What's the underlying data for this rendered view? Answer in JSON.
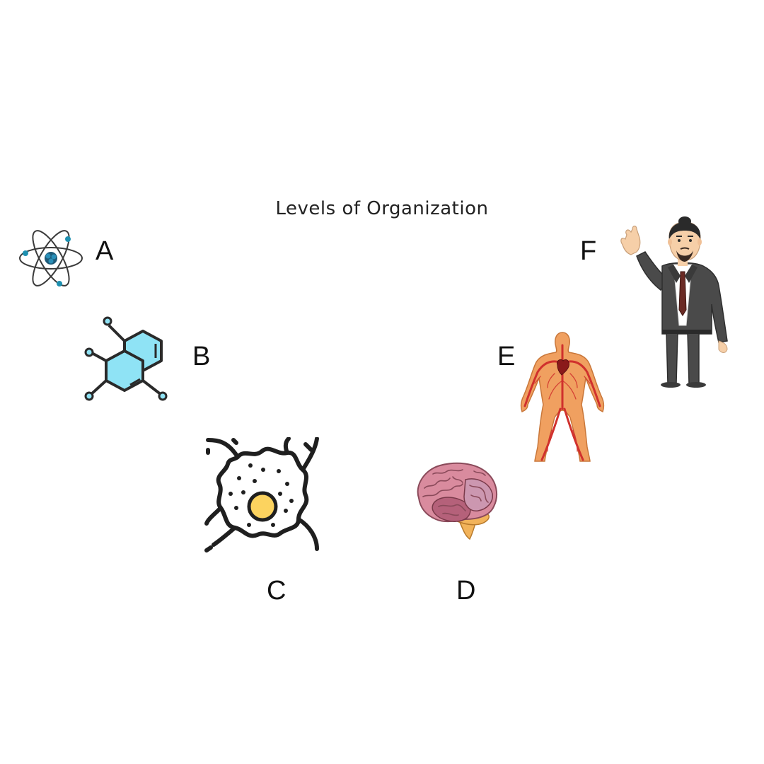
{
  "title": "Levels of Organization",
  "items": [
    {
      "label": "A",
      "icon": "atom-icon"
    },
    {
      "label": "B",
      "icon": "molecule-icon"
    },
    {
      "label": "C",
      "icon": "cell-icon"
    },
    {
      "label": "D",
      "icon": "brain-organ-icon"
    },
    {
      "label": "E",
      "icon": "circulatory-system-icon"
    },
    {
      "label": "F",
      "icon": "human-organism-icon"
    }
  ],
  "colors": {
    "atom_orbit": "#3a3a3a",
    "atom_electron": "#1e90b0",
    "molecule_fill": "#8fe3f5",
    "cell_nucleus": "#fcd35f",
    "brain_pink": "#d98b9e",
    "brain_stem": "#f2b35a",
    "body_orange": "#f0a060",
    "vessel_red": "#d0312d",
    "suit_gray": "#4a4a4a"
  }
}
